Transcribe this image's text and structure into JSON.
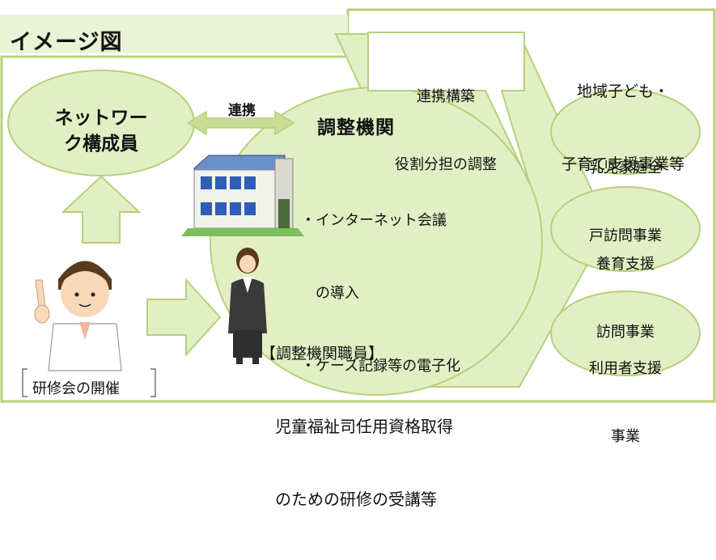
{
  "title": "イメージ図",
  "network_members": "ネットワー\nク構成員",
  "link_label": "連携",
  "coordinating_body": {
    "name": "調整機関",
    "measures": [
      "・インターネット会議",
      "　の導入",
      "・ケース記録等の電子化"
    ],
    "staff_title": "【調整機関職員】",
    "staff_details": [
      "児童福祉司任用資格取得",
      "のための研修の受講等"
    ]
  },
  "callout": [
    "連携構築",
    "役割分担の調整"
  ],
  "programs_header": [
    "地域子ども・",
    "子育て支援事業等"
  ],
  "programs": [
    [
      "乳児家庭全",
      "戸訪問事業"
    ],
    [
      "養育支援",
      "訪問事業"
    ],
    [
      "利用者支援",
      "事業"
    ]
  ],
  "training": "研修会の開催",
  "colors": {
    "fill": "#e2efc4",
    "stroke": "#b5d17a",
    "title_band": "#eaf3d6"
  }
}
